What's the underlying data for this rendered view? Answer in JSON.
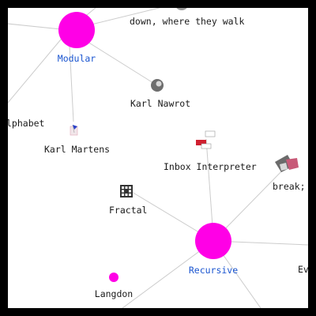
{
  "colors": {
    "hub": "#ff00e6",
    "hub_label": "#1a55d0",
    "text": "#1a1a1a",
    "edge": "#cccccc",
    "border": "#000000",
    "background": "#ffffff"
  },
  "nodes": [
    {
      "id": "modular",
      "label": "Modular",
      "kind": "hub",
      "icon": "magenta-circle"
    },
    {
      "id": "recursive",
      "label": "Recursive",
      "kind": "hub",
      "icon": "magenta-circle"
    },
    {
      "id": "langdon",
      "label": "Langdon",
      "kind": "small-hub",
      "icon": "magenta-dot"
    },
    {
      "id": "down",
      "label": "down, where they walk",
      "kind": "item",
      "icon": "thumbnail-grey"
    },
    {
      "id": "nawrot",
      "label": "Karl Nawrot",
      "kind": "item",
      "icon": "avatar-thumbnail"
    },
    {
      "id": "alphabet",
      "label": "lphabet",
      "kind": "item",
      "icon": "none"
    },
    {
      "id": "martens",
      "label": "Karl Martens",
      "kind": "item",
      "icon": "flag-thumbnail"
    },
    {
      "id": "inbox",
      "label": "Inbox Interpreter",
      "kind": "item",
      "icon": "inbox-thumbnail"
    },
    {
      "id": "break",
      "label": "break;",
      "kind": "item",
      "icon": "collage-thumbnail"
    },
    {
      "id": "fractal",
      "label": "Fractal",
      "kind": "item",
      "icon": "fractal-grid-thumbnail"
    },
    {
      "id": "ev",
      "label": "Ev",
      "kind": "item",
      "icon": "none"
    }
  ]
}
